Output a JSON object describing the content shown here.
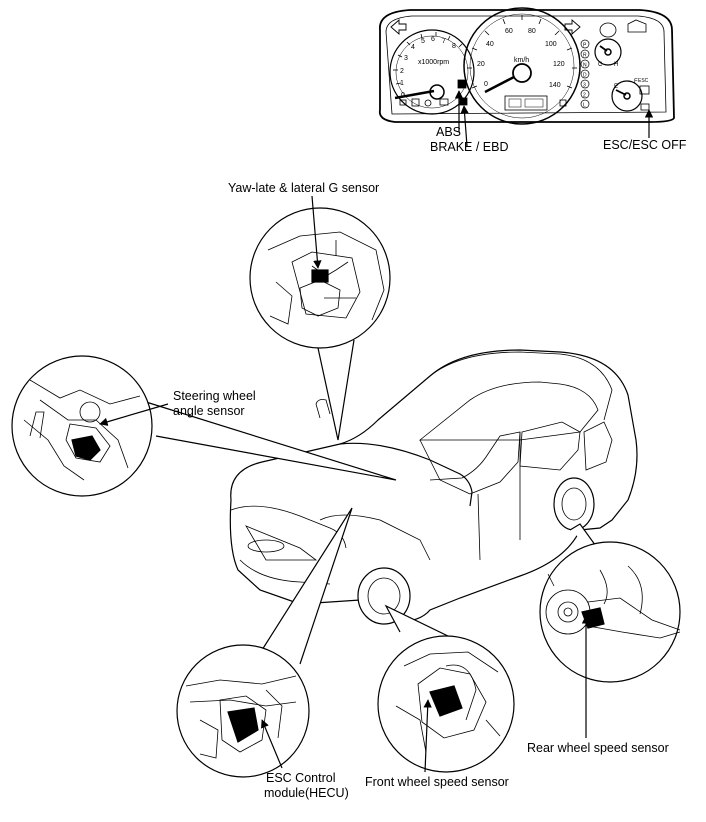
{
  "cluster": {
    "tacho_unit": "x1000rpm",
    "tacho_ticks": [
      "0",
      "1",
      "2",
      "3",
      "4",
      "5",
      "6",
      "7",
      "8"
    ],
    "speedo_unit": "km/h",
    "speedo_ticks": [
      "0",
      "20",
      "40",
      "60",
      "80",
      "100",
      "120",
      "140"
    ],
    "temp_marks": [
      "C",
      "H"
    ],
    "fuel_marks": [
      "E",
      "F"
    ],
    "gear_letters": [
      "P",
      "R",
      "N",
      "D",
      "3",
      "2",
      "L"
    ],
    "esc_tag": "ESC"
  },
  "labels": {
    "abs": "ABS",
    "brake_ebd": "BRAKE / EBD",
    "esc_off": "ESC/ESC OFF",
    "yaw_sensor": "Yaw-late & lateral G sensor",
    "steering_line1": "Steering wheel",
    "steering_line2": "angle sensor",
    "esc_module_line1": "ESC Control",
    "esc_module_line2": "module(HECU)",
    "front_wheel": "Front wheel speed sensor",
    "rear_wheel": "Rear wheel speed sensor"
  }
}
